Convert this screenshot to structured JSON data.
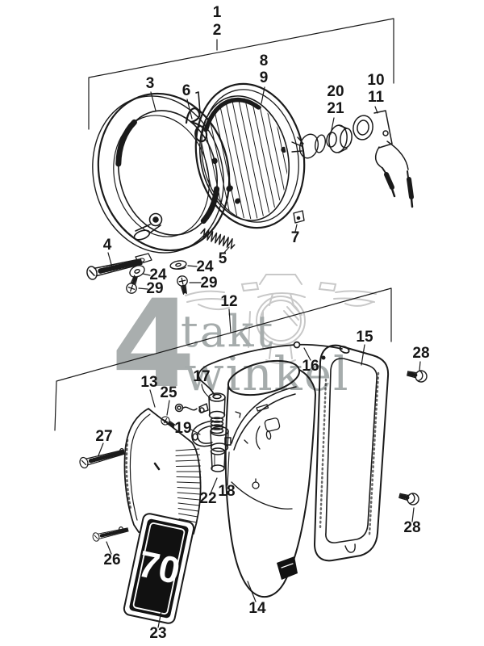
{
  "diagram": {
    "kind": "exploded-parts-diagram",
    "colors": {
      "ink": "#1a1a1a",
      "paper": "#ffffff",
      "watermark_text": "#a6acac",
      "watermark_sketch": "#c8c8c8",
      "badge_bg": "#111111",
      "badge_text": "#ffffff"
    }
  },
  "watermark": {
    "big": "4",
    "mid": "takt",
    "bottom": "winkel"
  },
  "badge": {
    "number": "70"
  },
  "labels": {
    "l1": "1",
    "l2": "2",
    "l3": "3",
    "l4": "4",
    "l5": "5",
    "l6": "6",
    "l7": "7",
    "l8": "8",
    "l9": "9",
    "l10": "10",
    "l11": "11",
    "l12": "12",
    "l13": "13",
    "l14": "14",
    "l15": "15",
    "l16": "16",
    "l17": "17",
    "l18": "18",
    "l19": "19",
    "l20": "20",
    "l21": "21",
    "l22": "22",
    "l23": "23",
    "l24a": "24",
    "l24b": "24",
    "l25": "25",
    "l26": "26",
    "l27": "27",
    "l28a": "28",
    "l28b": "28",
    "l29a": "29",
    "l29b": "29"
  }
}
